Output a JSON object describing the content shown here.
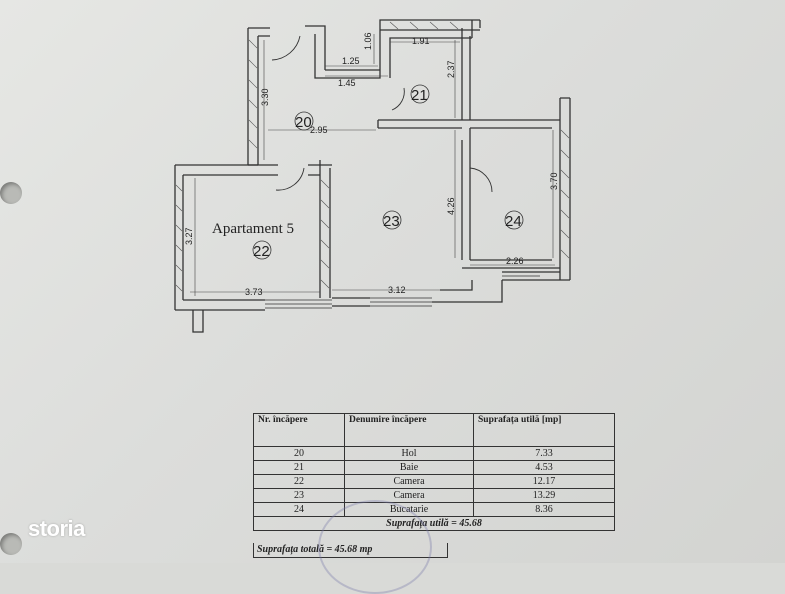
{
  "plan": {
    "apartment_label": "Apartament 5",
    "rooms": [
      {
        "no": "20"
      },
      {
        "no": "21"
      },
      {
        "no": "22"
      },
      {
        "no": "23"
      },
      {
        "no": "24"
      }
    ],
    "dims": {
      "d306": "1.06",
      "d191": "1.91",
      "d125": "1.25",
      "d145": "1.45",
      "d237": "2.37",
      "d330": "3.30",
      "d295": "2.95",
      "d426": "4.26",
      "d370": "3.70",
      "d327": "3.27",
      "d226": "2.26",
      "d373": "3.73",
      "d312": "3.12"
    }
  },
  "table": {
    "headers": {
      "nr": "Nr. încăpere",
      "name": "Denumire încăpere",
      "area": "Suprafața utilă [mp]"
    },
    "rows": [
      {
        "nr": "20",
        "name": "Hol",
        "area": "7.33"
      },
      {
        "nr": "21",
        "name": "Baie",
        "area": "4.53"
      },
      {
        "nr": "22",
        "name": "Camera",
        "area": "12.17"
      },
      {
        "nr": "23",
        "name": "Camera",
        "area": "13.29"
      },
      {
        "nr": "24",
        "name": "Bucatarie",
        "area": "8.36"
      }
    ],
    "useful_total": "Suprafața utilă = 45.68",
    "total_area": "Suprafața totală = 45.68 mp"
  },
  "brand": "storia"
}
